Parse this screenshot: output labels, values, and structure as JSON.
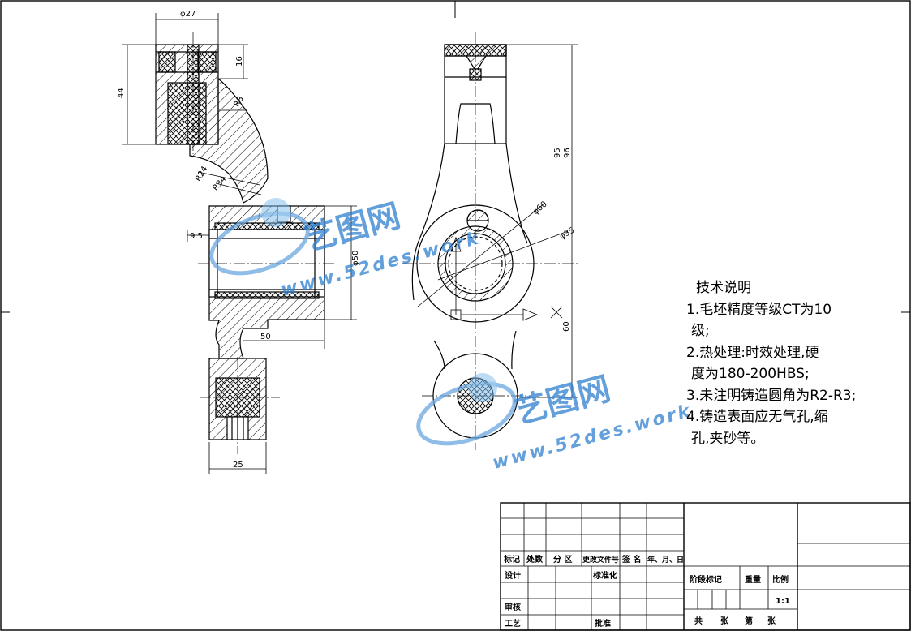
{
  "dimensions": {
    "d27": "φ27",
    "h44": "44",
    "h16": "16",
    "r8": "R8",
    "r24": "R24",
    "r34": "R34",
    "d9_5": "9.5",
    "d50": "φ50",
    "w50": "50",
    "w25": "25",
    "s7": "7",
    "d60": "φ60",
    "d35": "φ35",
    "h95": "95",
    "h96": "96",
    "h60": "60"
  },
  "watermark": {
    "name": "艺图网",
    "url": "www.52des.work"
  },
  "tech_notes": {
    "title": "技术说明",
    "lines": [
      "1.毛坯精度等级CT为10",
      "级;",
      "2.热处理:时效处理,硬",
      "度为180-200HBS;",
      "3.未注明铸造圆角为R2-R3;",
      "4.铸造表面应无气孔,缩",
      "孔,夹砂等。"
    ]
  },
  "title_block": {
    "mark": "标记",
    "count": "处数",
    "zone": "分 区",
    "change_doc": "更改文件号",
    "signature": "签 名",
    "date": "年、月、日",
    "design": "设计",
    "standardize": "标准化",
    "review": "审核",
    "process": "工艺",
    "approve": "批准",
    "stage_mark": "阶段标记",
    "weight": "重量",
    "scale_label": "比例",
    "scale_value": "1:1",
    "total": "共",
    "sheets1": "张",
    "sheet_no": "第",
    "sheets2": "张"
  }
}
